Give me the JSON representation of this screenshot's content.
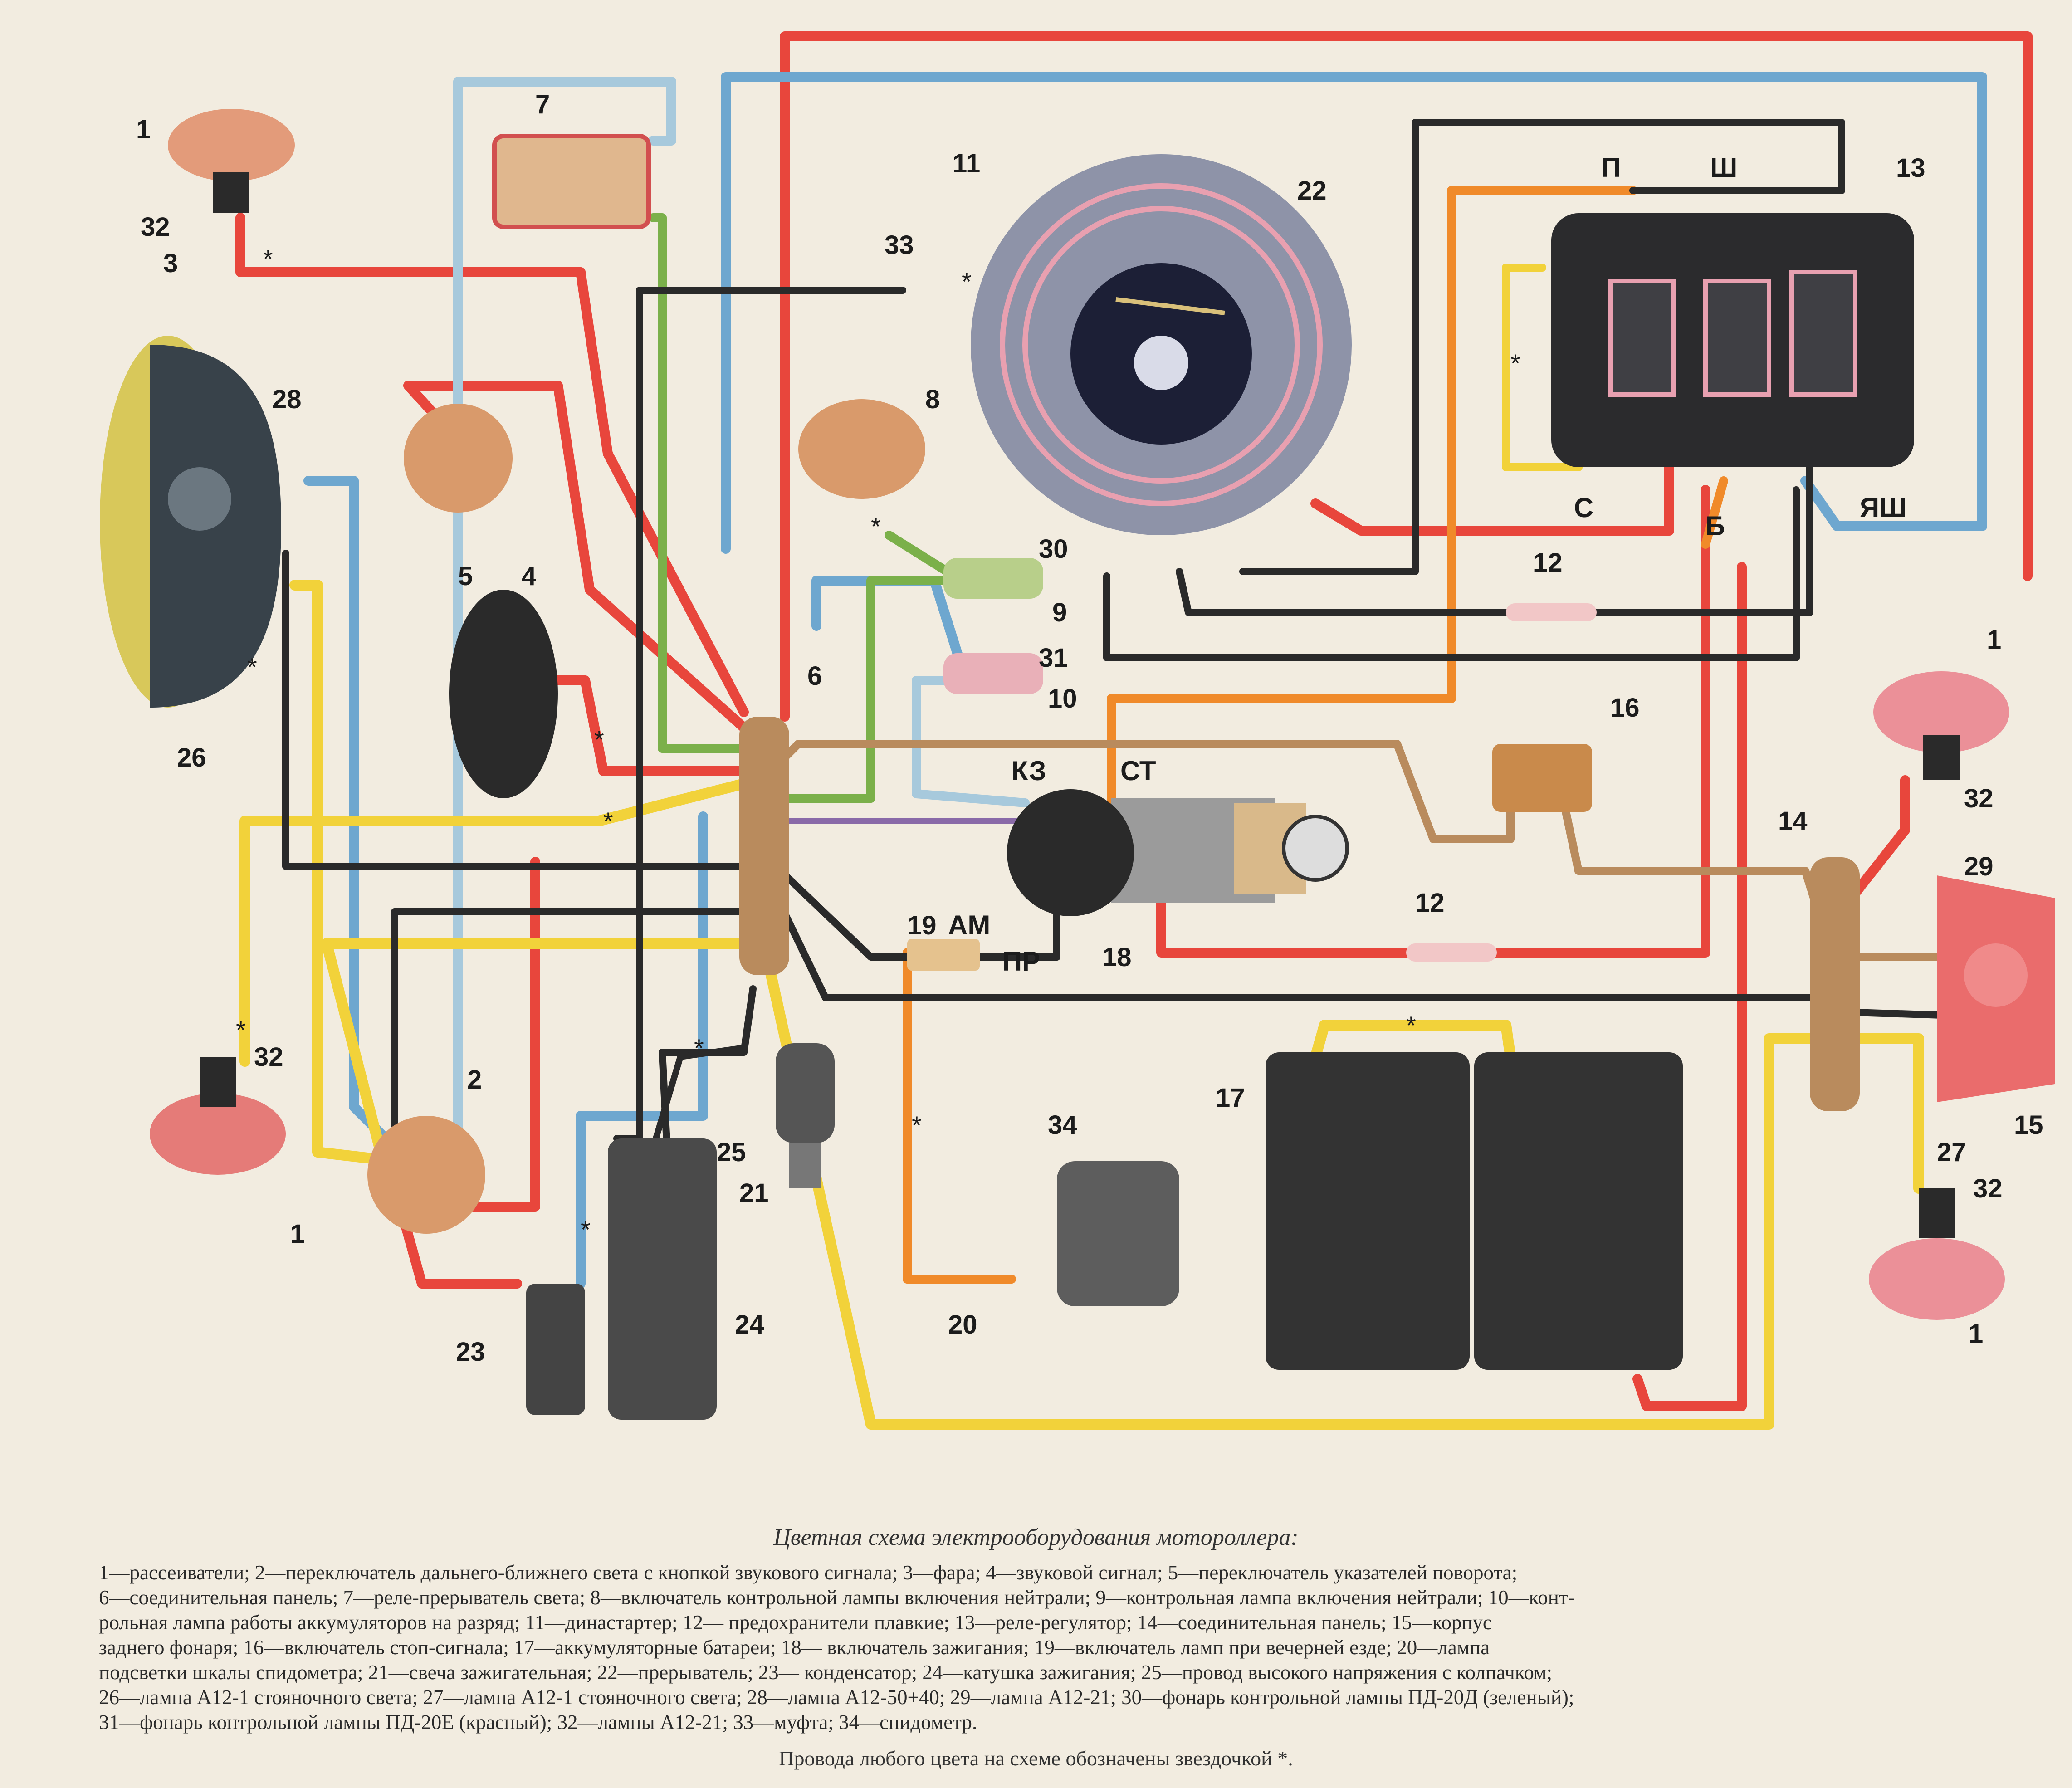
{
  "caption": "Цветная схема электрооборудования мотороллера:",
  "legend_lines": [
    "1—рассеиватели; 2—переключатель дальнего-ближнего света с кнопкой звукового сигнала; 3—фара; 4—звуковой сигнал; 5—переключатель указателей поворота;",
    "6—соединительная панель; 7—реле-прерыватель света; 8—включатель контрольной лампы включения нейтрали; 9—контрольная лампа включения нейтрали; 10—конт-",
    "рольная лампа работы аккумуляторов на разряд; 11—династартер; 12— предохранители плавкие; 13—реле-регулятор; 14—соединительная панель; 15—корпус",
    "заднего фонаря; 16—включатель стоп-сигнала; 17—аккумуляторные батареи; 18— включатель зажигания; 19—включатель ламп при вечерней езде; 20—лампа",
    "подсветки шкалы спидометра; 21—свеча зажигательная; 22—прерыватель; 23— конденсатор; 24—катушка зажигания; 25—провод высокого напряжения с колпачком;",
    "26—лампа А12-1 стояночного света; 27—лампа А12-1 стояночного света; 28—лампа А12-50+40; 29—лампа А12-21; 30—фонарь контрольной лампы ПД-20Д (зеленый);",
    "31—фонарь контрольной лампы ПД-20Е (красный); 32—лампы А12-21; 33—муфта; 34—спидометр."
  ],
  "footnote": "Провода любого цвета на схеме обозначены звездочкой *.",
  "component_numbers": {
    "n1a": "1",
    "n32a": "32",
    "n3": "3",
    "n28": "28",
    "n26": "26",
    "n7": "7",
    "n5": "5",
    "n4": "4",
    "n11": "11",
    "n22": "22",
    "n33": "33",
    "n8": "8",
    "n30": "30",
    "n9": "9",
    "n31": "31",
    "n10": "10",
    "n6": "6",
    "n13": "13",
    "n12a": "12",
    "n16": "16",
    "n14": "14",
    "n1b": "1",
    "n32b": "32",
    "n29": "29",
    "n12b": "12",
    "n18": "18",
    "n19": "19",
    "n2": "2",
    "n32c": "32",
    "n1c": "1",
    "n25": "25",
    "n21": "21",
    "n24": "24",
    "n23": "23",
    "n34": "34",
    "n20": "20",
    "n17": "17",
    "n27": "27",
    "n15": "15",
    "n32d": "32",
    "n1d": "1"
  },
  "terminal_marks": {
    "P": "П",
    "Sh": "Ш",
    "S": "С",
    "B": "Б",
    "YaSh": "ЯШ",
    "KZ": "КЗ",
    "ST": "СТ",
    "AM": "АМ",
    "PR": "ПР"
  },
  "star": "*",
  "wire_colors": {
    "red": "#e8463c",
    "blue": "#6ea7cf",
    "yellow": "#f2d23a",
    "green": "#7bb04a",
    "black": "#2a2a2a",
    "orange": "#f08a2a",
    "brown": "#b98b5d",
    "pink": "#e8a0b0",
    "violet": "#8a6aa8",
    "lightblue": "#a7c9dc"
  }
}
